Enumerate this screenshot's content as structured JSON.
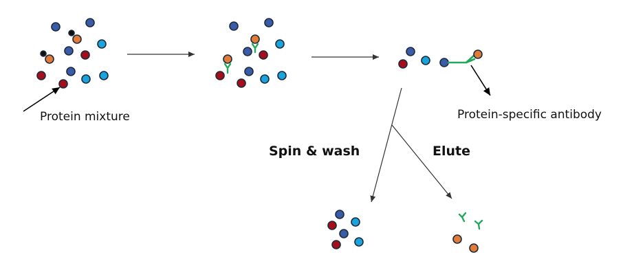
{
  "labels": {
    "protein_mixture": "Protein mixture",
    "antibody": "Protein-specific antibody",
    "spin_wash": "Spin & wash",
    "elute": "Elute"
  },
  "colors": {
    "navy": "#3a5ba8",
    "orange": "#e07b39",
    "red": "#a50e1a",
    "cyan": "#1aa3dd",
    "black": "#101010",
    "antibody_green": "#22a85a",
    "outline": "#1c2a3a",
    "arrow": "#333333"
  }
}
